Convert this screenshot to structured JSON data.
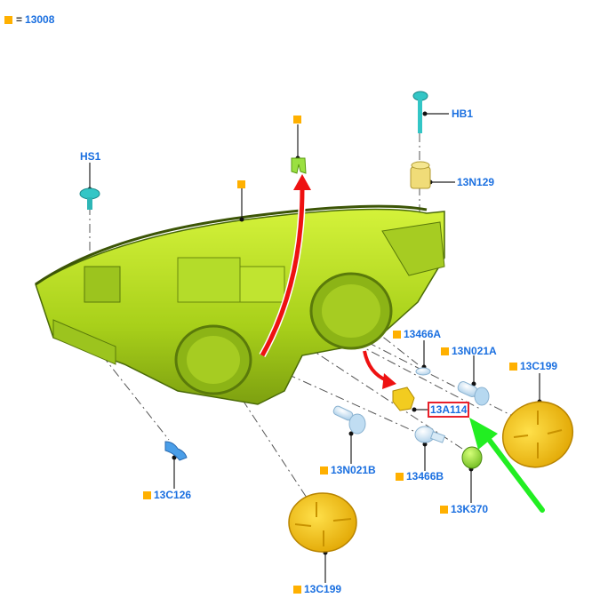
{
  "legend": {
    "symbol": "orange-square",
    "equals": "=",
    "value": "13008"
  },
  "colors": {
    "label_text": "#1a6fe0",
    "marker_square": "#ffb000",
    "housing": "#b8e020",
    "highlight_box": "#e8202a",
    "red_arrow": "#ee1111",
    "green_arrow": "#22ee22",
    "cap": "#f2b800",
    "bulb": "#cfe6f5",
    "screw": "#33c6c6"
  },
  "parts": [
    {
      "id": "HS1",
      "label": "HS1",
      "has_marker": false,
      "desc": "screw"
    },
    {
      "id": "HB1",
      "label": "HB1",
      "has_marker": false,
      "desc": "bolt"
    },
    {
      "id": "13N129",
      "label": "13N129",
      "has_marker": false,
      "desc": "adjuster"
    },
    {
      "id": "clip",
      "label": "",
      "has_marker": true,
      "desc": "green clip"
    },
    {
      "id": "housing",
      "label": "",
      "has_marker": true,
      "desc": "headlamp housing"
    },
    {
      "id": "13466A",
      "label": "13466A",
      "has_marker": true,
      "desc": "small bulb"
    },
    {
      "id": "13N021A",
      "label": "13N021A",
      "has_marker": true,
      "desc": "bulb with socket"
    },
    {
      "id": "13C199a",
      "label": "13C199",
      "has_marker": true,
      "desc": "dust cap right"
    },
    {
      "id": "13A114",
      "label": "13A114",
      "has_marker": false,
      "highlighted": true,
      "desc": "bulb socket"
    },
    {
      "id": "13N021B",
      "label": "13N021B",
      "has_marker": true,
      "desc": "bulb with socket"
    },
    {
      "id": "13466B",
      "label": "13466B",
      "has_marker": true,
      "desc": "bulb"
    },
    {
      "id": "13K370",
      "label": "13K370",
      "has_marker": true,
      "desc": "green socket"
    },
    {
      "id": "13C126",
      "label": "13C126",
      "has_marker": true,
      "desc": "blue elbow"
    },
    {
      "id": "13C199b",
      "label": "13C199",
      "has_marker": true,
      "desc": "dust cap bottom"
    }
  ]
}
